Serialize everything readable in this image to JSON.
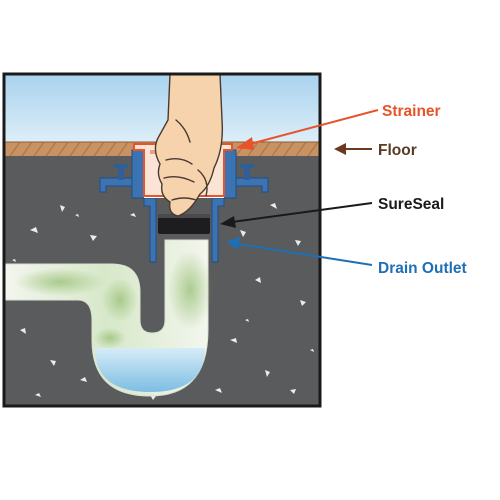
{
  "labels": {
    "strainer": "Strainer",
    "floor": "Floor",
    "sureseal": "SureSeal",
    "drain_outlet": "Drain Outlet"
  },
  "colors": {
    "strainer": "#e8542a",
    "floor": "#6b3a1e",
    "sureseal": "#1a1a1a",
    "drain_outlet": "#1f6fb5",
    "concrete": "#58595b",
    "sky": "#c6e3f4",
    "floor_tile": "#c48a5a",
    "drain_body": "#3b73b3",
    "pipe": "#e6ece0",
    "water": "#8fc7e6"
  },
  "icons": {
    "hand": "hand-illustration",
    "pipe": "p-trap-pipe"
  }
}
